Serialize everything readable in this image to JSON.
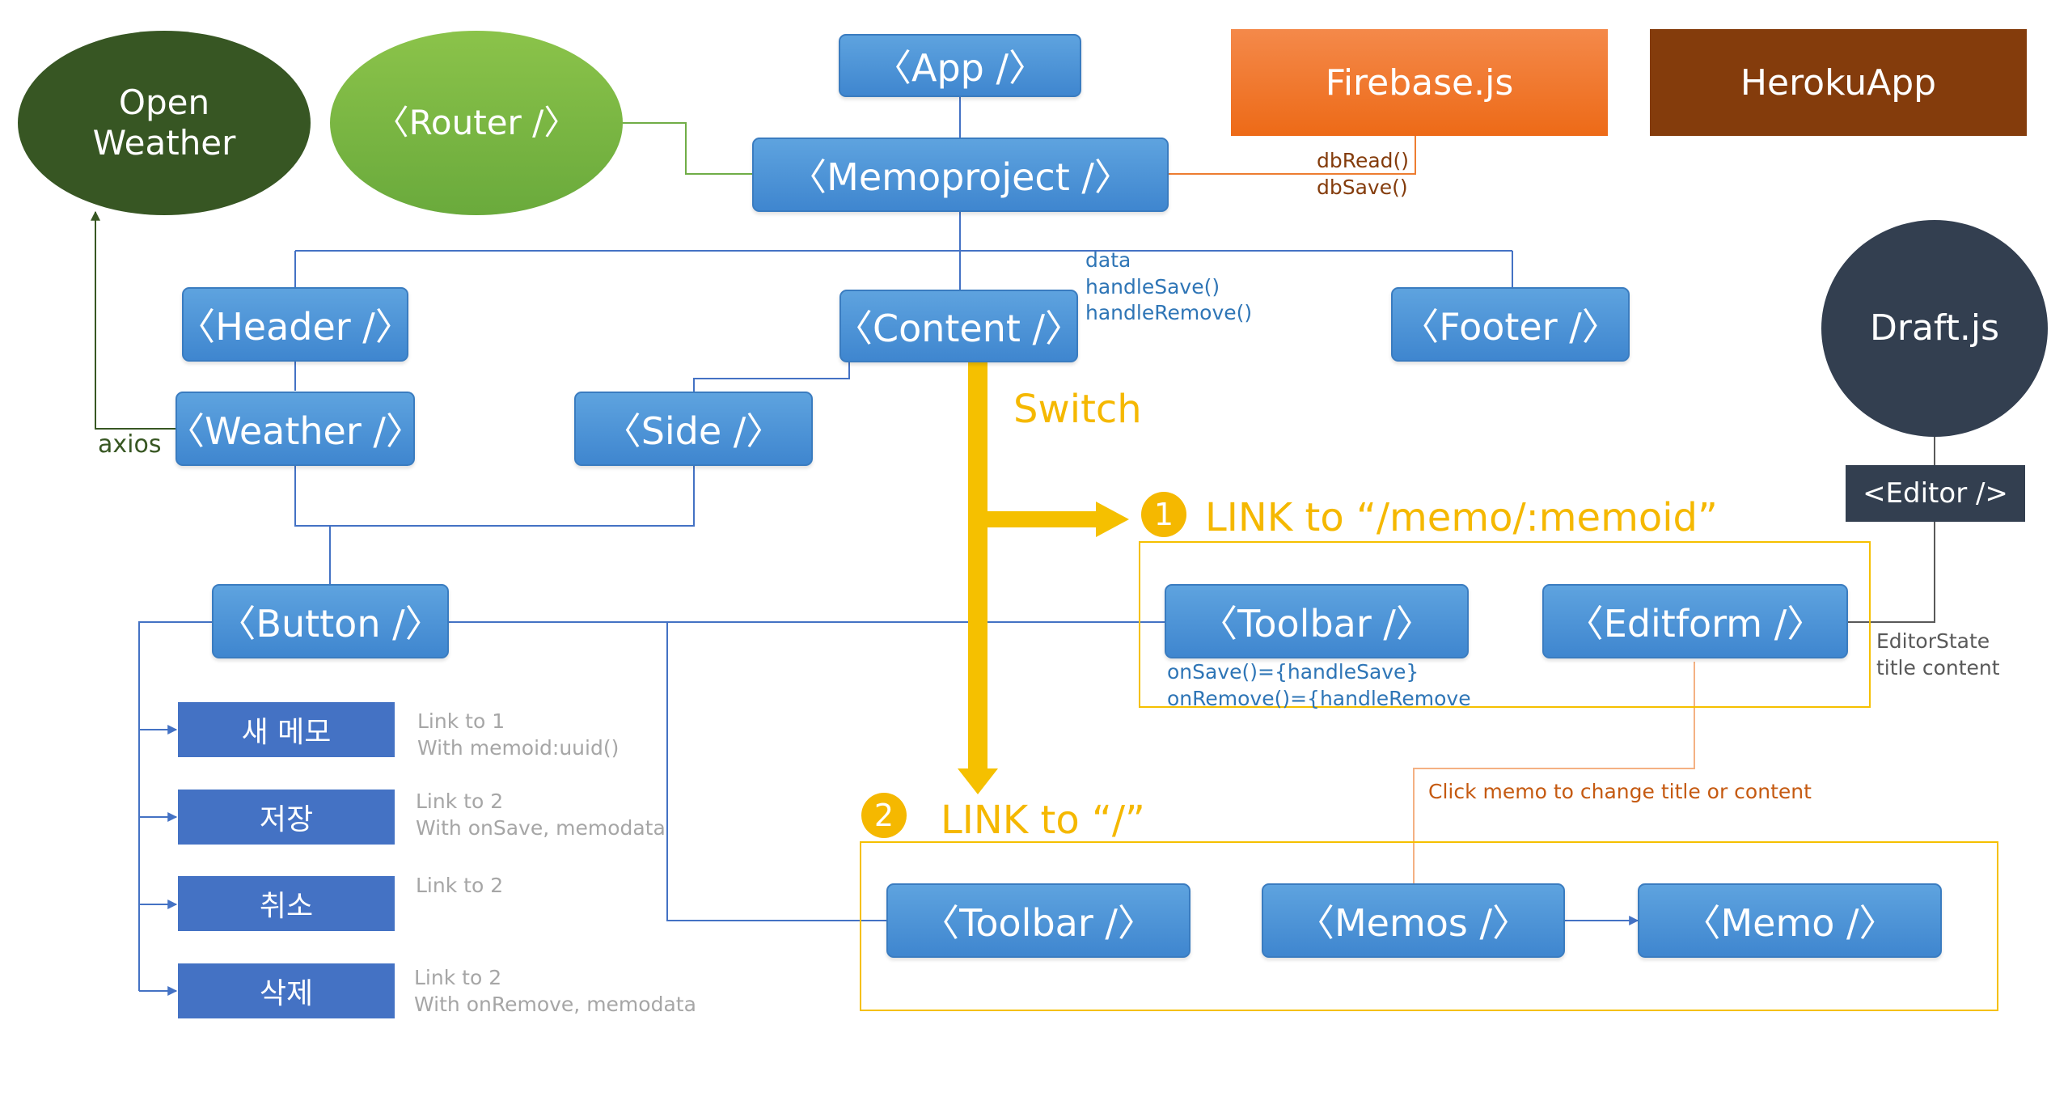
{
  "components": {
    "app": "〈App /〉",
    "memoproject": "〈Memoproject /〉",
    "header": "〈Header /〉",
    "content": "〈Content /〉",
    "footer": "〈Footer /〉",
    "weather": "〈Weather /〉",
    "side": "〈Side /〉",
    "button": "〈Button /〉",
    "toolbar_edit": "〈Toolbar /〉",
    "editform": "〈Editform /〉",
    "toolbar_list": "〈Toolbar /〉",
    "memos": "〈Memos /〉",
    "memo": "〈Memo /〉"
  },
  "external": {
    "open_weather": "Open\nWeather",
    "router": "〈Router /〉",
    "firebase": "Firebase.js",
    "heroku": "HerokuApp",
    "draftjs": "Draft.js",
    "editor": "<Editor />"
  },
  "notes": {
    "db_methods": "dbRead()\ndbSave()",
    "content_props": "data\nhandleSave()\nhandleRemove()",
    "axios": "axios",
    "switch": "Switch",
    "link1": "LINK to “/memo/:memoid”",
    "link2": "LINK to “/”",
    "toolbar_props": "onSave()={handleSave}\nonRemove()={handleRemove",
    "editor_state": "EditorState\ntitle content",
    "click_memo": "Click memo to change title or content"
  },
  "badges": {
    "one": "1",
    "two": "2"
  },
  "actions": [
    {
      "label": "새 메모",
      "desc": "Link to 1\nWith memoid:uuid()"
    },
    {
      "label": "저장",
      "desc": "Link to 2\nWith onSave, memodata"
    },
    {
      "label": "취소",
      "desc": "Link to 2"
    },
    {
      "label": "삭제",
      "desc": "Link to 2\nWith onRemove, memodata"
    }
  ],
  "colors": {
    "component": "#4a90d9",
    "open_weather": "#375623",
    "router": "#70ad47",
    "firebase": "#ed7d31",
    "heroku": "#843c0c",
    "draftjs": "#333f50",
    "action": "#4472c4",
    "switch": "#f5b800"
  }
}
